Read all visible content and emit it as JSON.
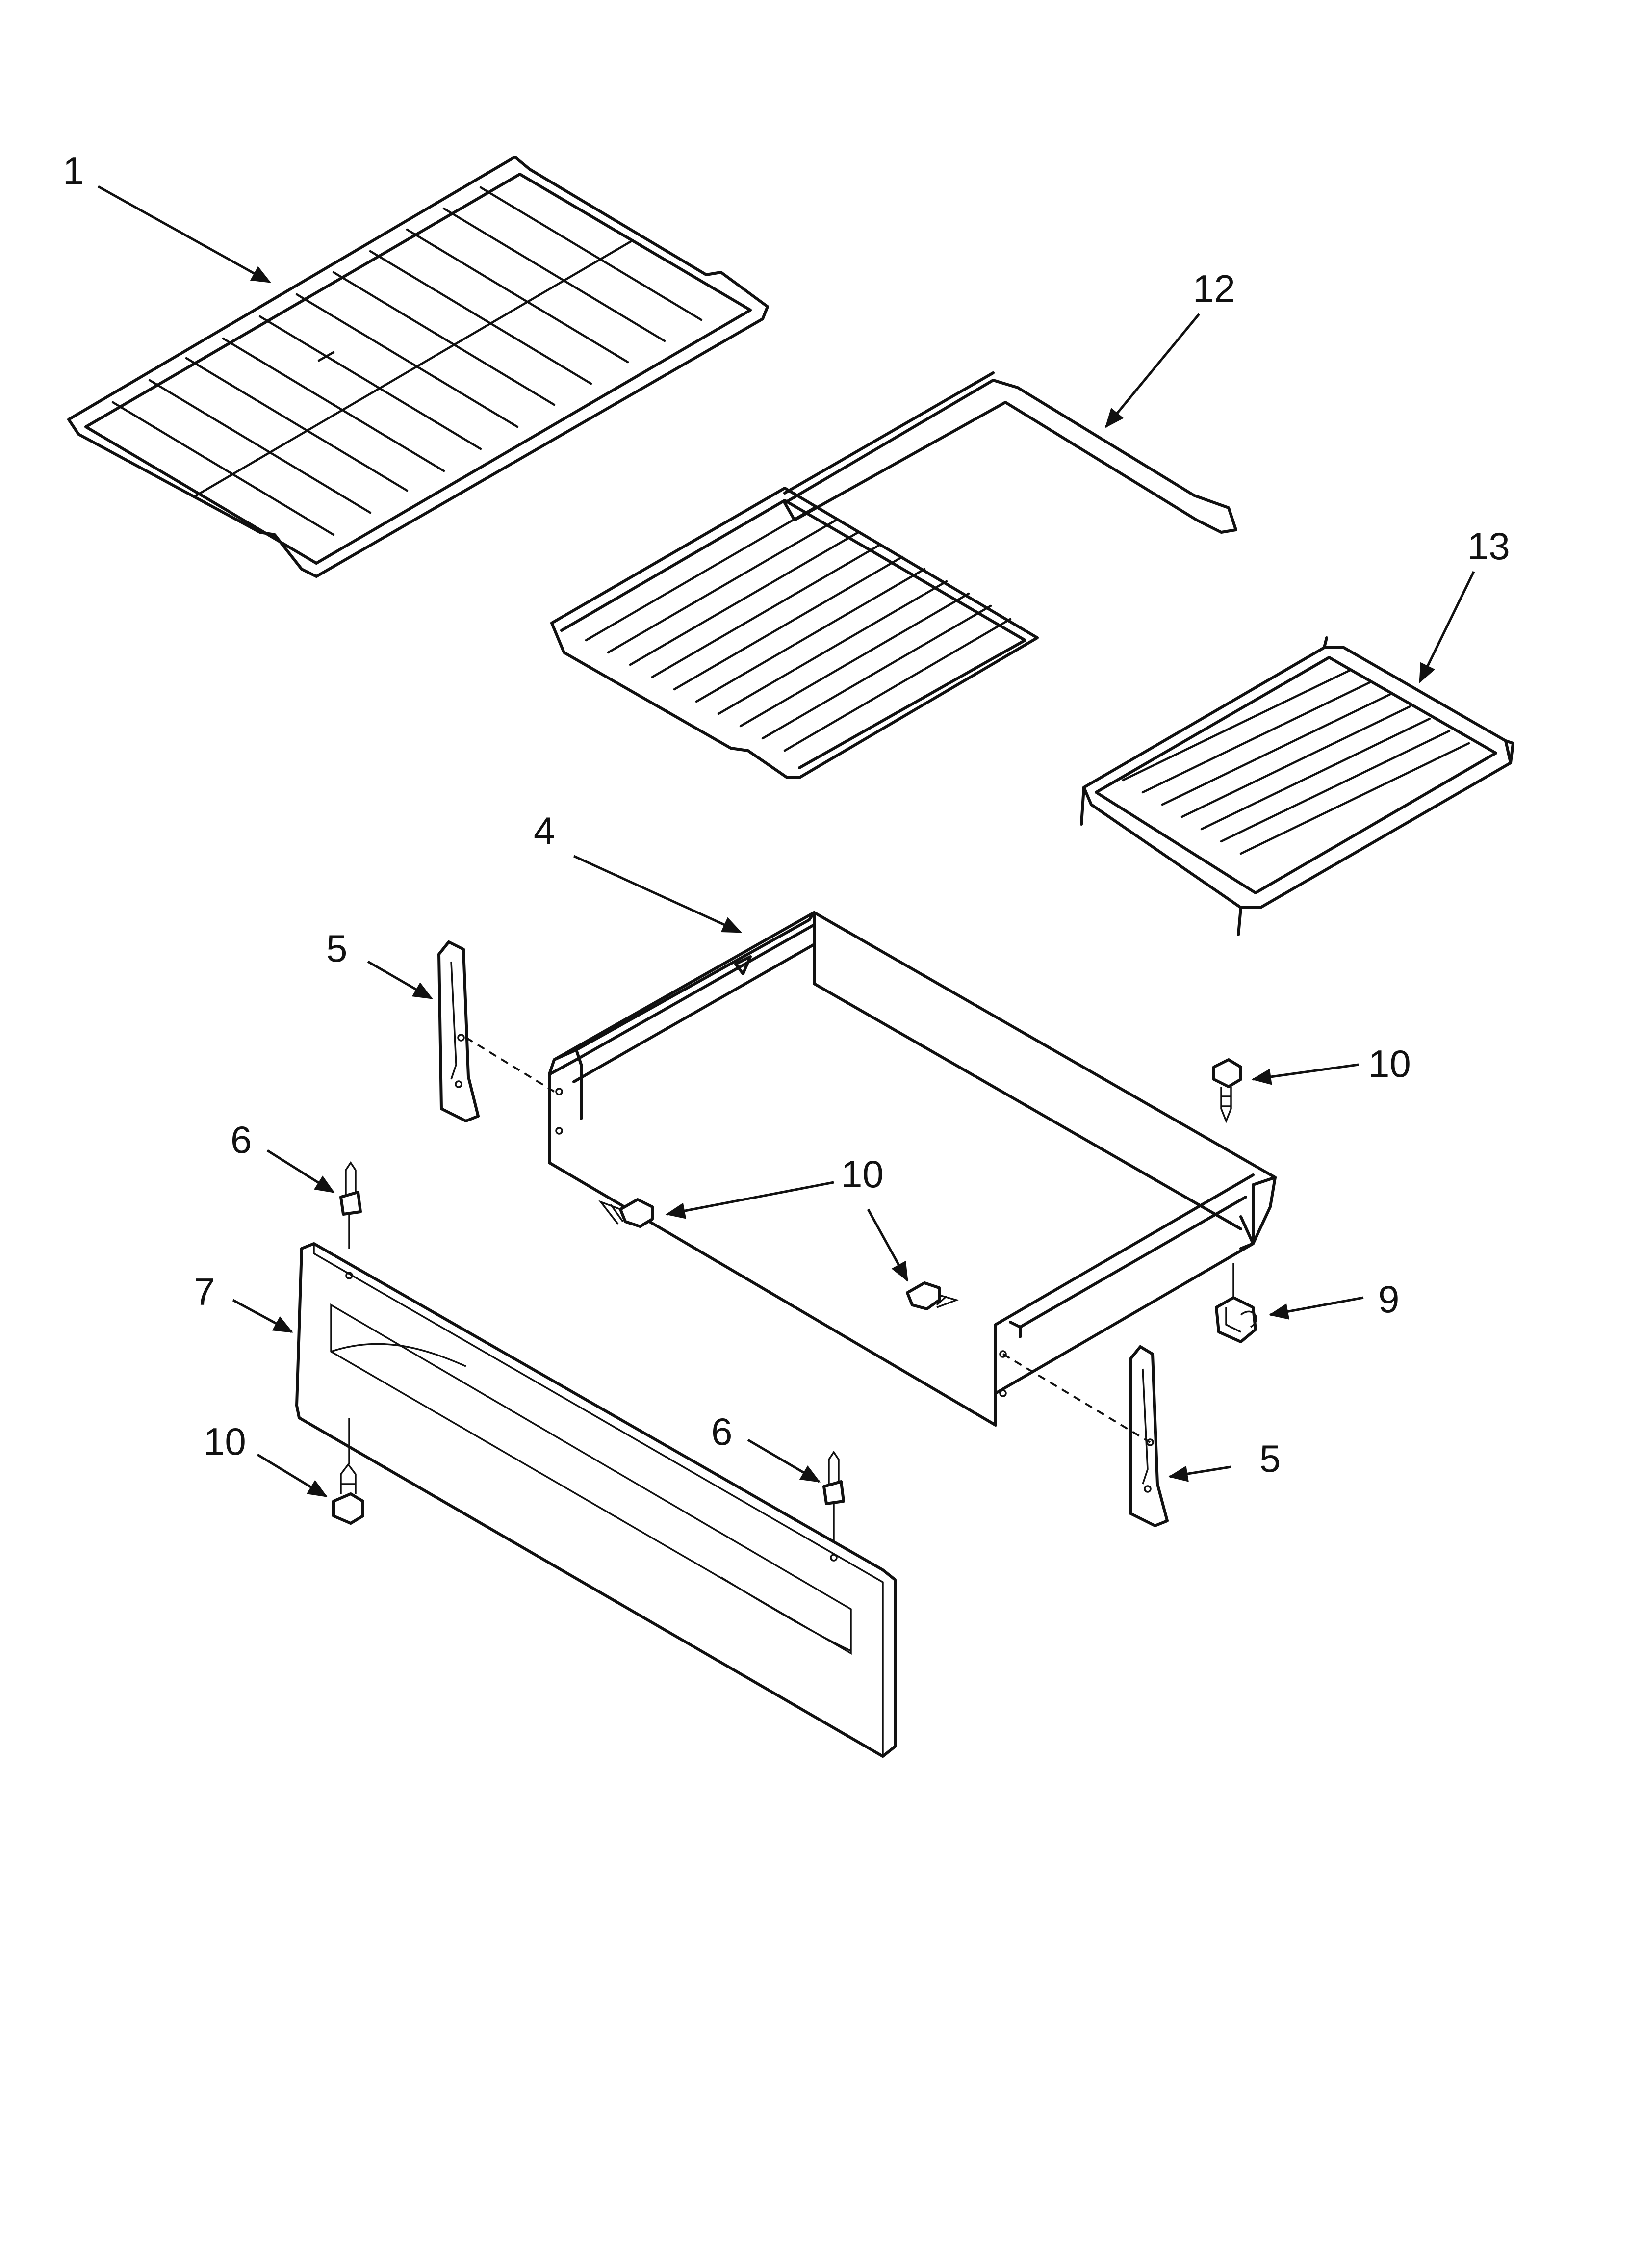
{
  "diagram": {
    "callouts": {
      "c1": "1",
      "c12": "12",
      "c13": "13",
      "c4": "4",
      "c5_left": "5",
      "c5_right": "5",
      "c6_left": "6",
      "c6_right": "6",
      "c7": "7",
      "c9": "9",
      "c10_top_right": "10",
      "c10_center": "10",
      "c10_bottom_left": "10"
    }
  }
}
